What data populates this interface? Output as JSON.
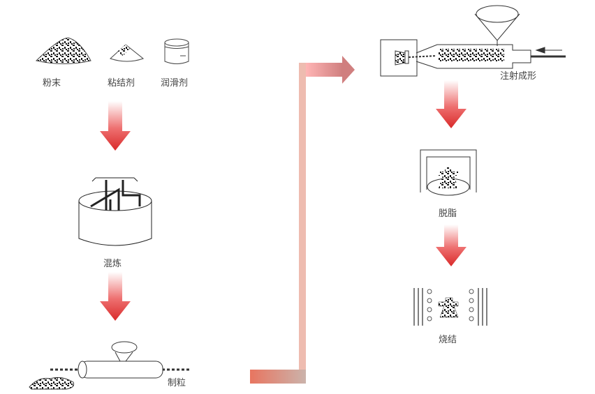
{
  "title": "MIM process flow",
  "colors": {
    "step_arrow": "#e03a3a",
    "connector_arrow": "#eeb8ab",
    "connector_head": "#e08a8a",
    "line": "#333333"
  },
  "steps": {
    "powder": {
      "label": "粉末",
      "icon": "powder-pile-icon"
    },
    "binder": {
      "label": "粘结剂",
      "icon": "binder-pile-icon"
    },
    "lubricant": {
      "label": "润滑剂",
      "icon": "lubricant-container-icon"
    },
    "mixing": {
      "label": "混炼",
      "icon": "mixer-icon"
    },
    "granulating": {
      "label": "制粒",
      "icon": "granulator-icon"
    },
    "injection_molding": {
      "label": "注射成形",
      "icon": "injection-machine-icon"
    },
    "debinding": {
      "label": "脱脂",
      "icon": "debinding-furnace-icon"
    },
    "sintering": {
      "label": "烧结",
      "icon": "sintering-furnace-icon"
    }
  }
}
